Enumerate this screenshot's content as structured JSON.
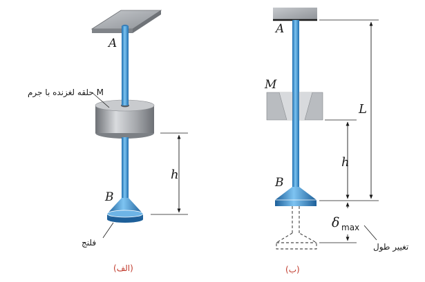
{
  "figure_a": {
    "label_A": "A",
    "label_B": "B",
    "label_h": "h",
    "collar_label": "حلقه لغزنده با جرم M",
    "flange_label": "فلنج",
    "caption": "(الف)"
  },
  "figure_b": {
    "label_A": "A",
    "label_B": "B",
    "label_M": "M",
    "label_L": "L",
    "label_h": "h",
    "label_delta": "δ",
    "label_delta_sub": "max",
    "elongation_label": "تغییر طول",
    "caption": "(ب)"
  },
  "colors": {
    "rod": "#2f8fd6",
    "flange": "#2f8fd6",
    "plate": "#9ea2a8",
    "collar": "#8f9398",
    "caption": "#c0392b"
  }
}
